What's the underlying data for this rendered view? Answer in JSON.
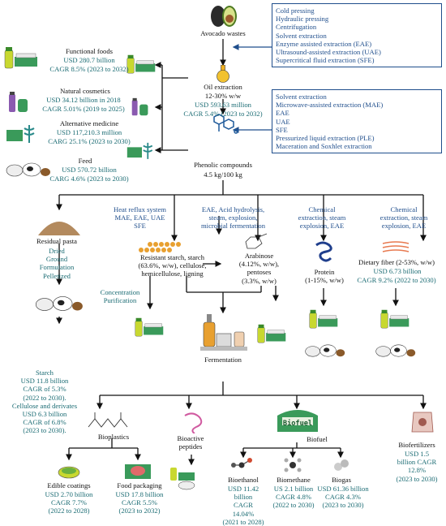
{
  "top": {
    "title": "Avocado wastes",
    "oil_methods": [
      "Cold pressing",
      "Hydraulic pressing",
      "Centrifugation",
      "Solvent extraction",
      "Enzyme assisted extraction (EAE)",
      "Ultrasound-assisted extraction (UAE)",
      "Supercritical fluid extraction (SFE)"
    ],
    "phenolic_methods": [
      "Solvent extraction",
      "Microwave-assisted extraction (MAE)",
      "EAE",
      "UAE",
      "SFE",
      "Pressurized liquid extraction (PLE)",
      "Maceration and Soxhlet extraction"
    ]
  },
  "oil": {
    "title": "Oil extraction",
    "yield": "12-30% w/w",
    "market": "USD 593.63 million",
    "cagr": "CAGR 5.4% (2023 to 2032)"
  },
  "phenolic": {
    "title": "Phenolic compounds",
    "yield": "4.5 kg/100 kg"
  },
  "markets": {
    "functional_foods": {
      "title": "Functional foods",
      "value": "USD 280.7 billion",
      "cagr": "CAGR 8.5% (2023 to 2032)"
    },
    "natural_cosmetics": {
      "title": "Natural cosmetics",
      "value": "USD 34.12 billion in 2018",
      "cagr": "CAGR 5.01% (2019 to 2025)"
    },
    "alternative_medicine": {
      "title": "Alternative medicine",
      "value": "USD 117,210.3 million",
      "cagr": "CARG 25.1% (2023 to 2030)"
    },
    "feed": {
      "title": "Feed",
      "value": "USD 570.72 billion",
      "cagr": "CARG 4.6% (2023 to 2030)"
    }
  },
  "row2": {
    "residual": {
      "title": "Residual pasta",
      "steps": [
        "Dried",
        "Ground",
        "Formulation",
        "Pelletized"
      ]
    },
    "starch_method": [
      "Heat reflux system",
      "MAE, EAE, UAE",
      "SFE"
    ],
    "starch": [
      "Resistant starch, starch",
      "(63.6%, w/w), cellulose,",
      "hemicellulose, ligning"
    ],
    "conc": [
      "Concentration",
      "Purification"
    ],
    "arab_method": [
      "EAE, Acid hydrolysis,",
      "steam, explosion,",
      "microbial fermentation"
    ],
    "arabinose": [
      "Arabinose",
      "(4.12%, w/w),",
      "pentoses",
      "(3.3%, w/w)"
    ],
    "protein_method": [
      "Chemical",
      "extraction, steam",
      "explosion, EAE"
    ],
    "protein": [
      "Protein",
      "(1-15%, w/w)"
    ],
    "fiber_method": [
      "Chemical",
      "extraction, steam",
      "explosion, EAE"
    ],
    "fiber": {
      "title": "Dietary fiber (2-53%, w/w)",
      "value": "USD 6.73 billion",
      "cagr": "CAGR 9.2% (2022 to 2030)"
    },
    "starch_market": [
      "Starch",
      "USD 11.8 billion",
      "CAGR of 5.3%",
      "(2022 to 2030).",
      "Cellulose and derivates",
      "USD 6.3 billion",
      "CAGR of 6.8%",
      "(2023 to 2030)."
    ]
  },
  "fermentation": "Fermentation",
  "bottom": {
    "bioplastics": "Bioplastics",
    "peptides": [
      "Bioactive",
      "peptides"
    ],
    "biofuel": "Biofuel",
    "biofuel_label": "Biofuel",
    "edible": {
      "title": "Edible coatings",
      "lines": [
        "USD 2.70 billion",
        "CAGR 7.7%",
        "(2022 to 2028)"
      ]
    },
    "packaging": {
      "title": "Food packaging",
      "lines": [
        "USD 17.8 billion",
        "CAGR 5.5%",
        "(2023 to 2032)"
      ]
    },
    "bioethanol": {
      "title": "Bioethanol",
      "lines": [
        "USD 11.42",
        "billion",
        "CAGR",
        "14.04%",
        "(2021 to 2028)"
      ]
    },
    "biomethane": {
      "title": "Biomethane",
      "lines": [
        "US 2.1 billion",
        "CAGR 4.8%",
        "(2022 to 2030)"
      ]
    },
    "biogas": {
      "title": "Biogas",
      "lines": [
        "USD 61.36 billion",
        "CAGR 4.3%",
        "(2023 to 2030)"
      ]
    },
    "biofertilizers": {
      "title": "Biofertilizers",
      "lines": [
        "USD 1.5",
        "billion CAGR",
        "12.8%",
        "(2023 to 2030)"
      ]
    }
  }
}
